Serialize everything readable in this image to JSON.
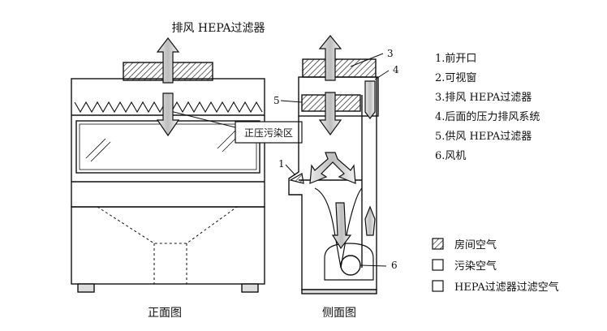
{
  "titles": {
    "top": "排风 HEPA过滤器",
    "front": "正面图",
    "side": "侧面图"
  },
  "callouts": {
    "pos_pressure": "正压污染区"
  },
  "markers": [
    "1",
    "3",
    "4",
    "5",
    "6"
  ],
  "parts": [
    "1.前开口",
    "2.可视窗",
    "3.排风 HEPA过滤器",
    "4.后面的压力排风系统",
    "5.供风 HEPA过滤器",
    "6.风机"
  ],
  "legend": [
    {
      "label": "房间空气",
      "pattern": "hatched"
    },
    {
      "label": "污染空气",
      "pattern": "plain"
    },
    {
      "label": "HEPA过滤器过滤空气",
      "pattern": "plain"
    }
  ]
}
